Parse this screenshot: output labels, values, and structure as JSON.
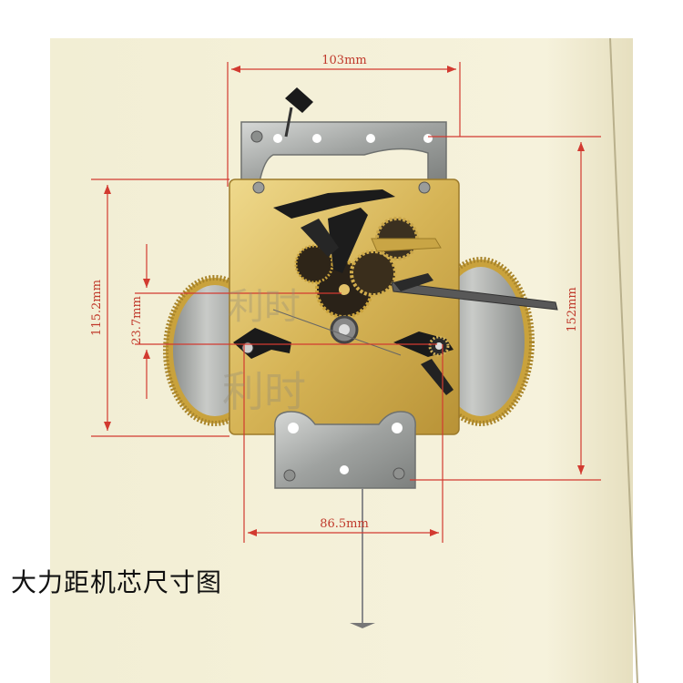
{
  "dimensions": {
    "top_width": "103mm",
    "frame_height": "115.2mm",
    "center_gap": "23.7mm",
    "total_height": "152mm",
    "bottom_width": "86.5mm"
  },
  "caption": "大力距机芯尺寸图",
  "watermark": "利时",
  "colors": {
    "paper": "#f6f1d8",
    "brass": "#d8b85a",
    "steel": "#a8aaa8",
    "dimension_line": "#d23a30"
  }
}
